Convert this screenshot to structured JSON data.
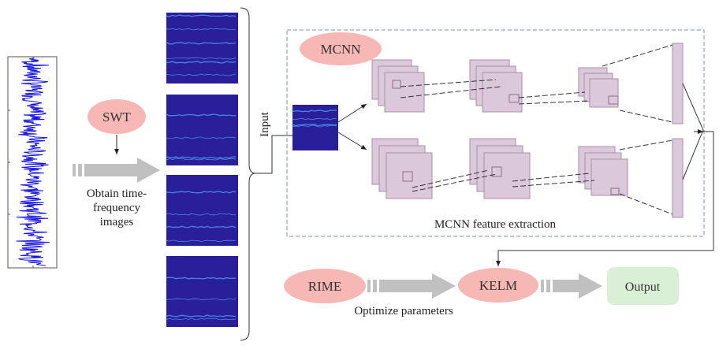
{
  "nodes": {
    "swt": "SWT",
    "mcnn": "MCNN",
    "rime": "RIME",
    "kelm": "KELM",
    "output": "Output"
  },
  "labels": {
    "obtain": [
      "Obtain time-",
      "frequency",
      "images"
    ],
    "input": "Input",
    "feature_extraction": "MCNN feature extraction",
    "optimize": "Optimize parameters"
  },
  "colors": {
    "ellipse_fill": "#f7b7b4",
    "output_fill": "#d9f0d6",
    "feature_map_fill": "#dcc8db",
    "signal": "#1212e6",
    "spectrogram": "#2a1f9a",
    "spectrogram_line": "#55a6ff",
    "dashed_box": "#6a9ba6",
    "arrow_gray": "#c0c0c0"
  }
}
